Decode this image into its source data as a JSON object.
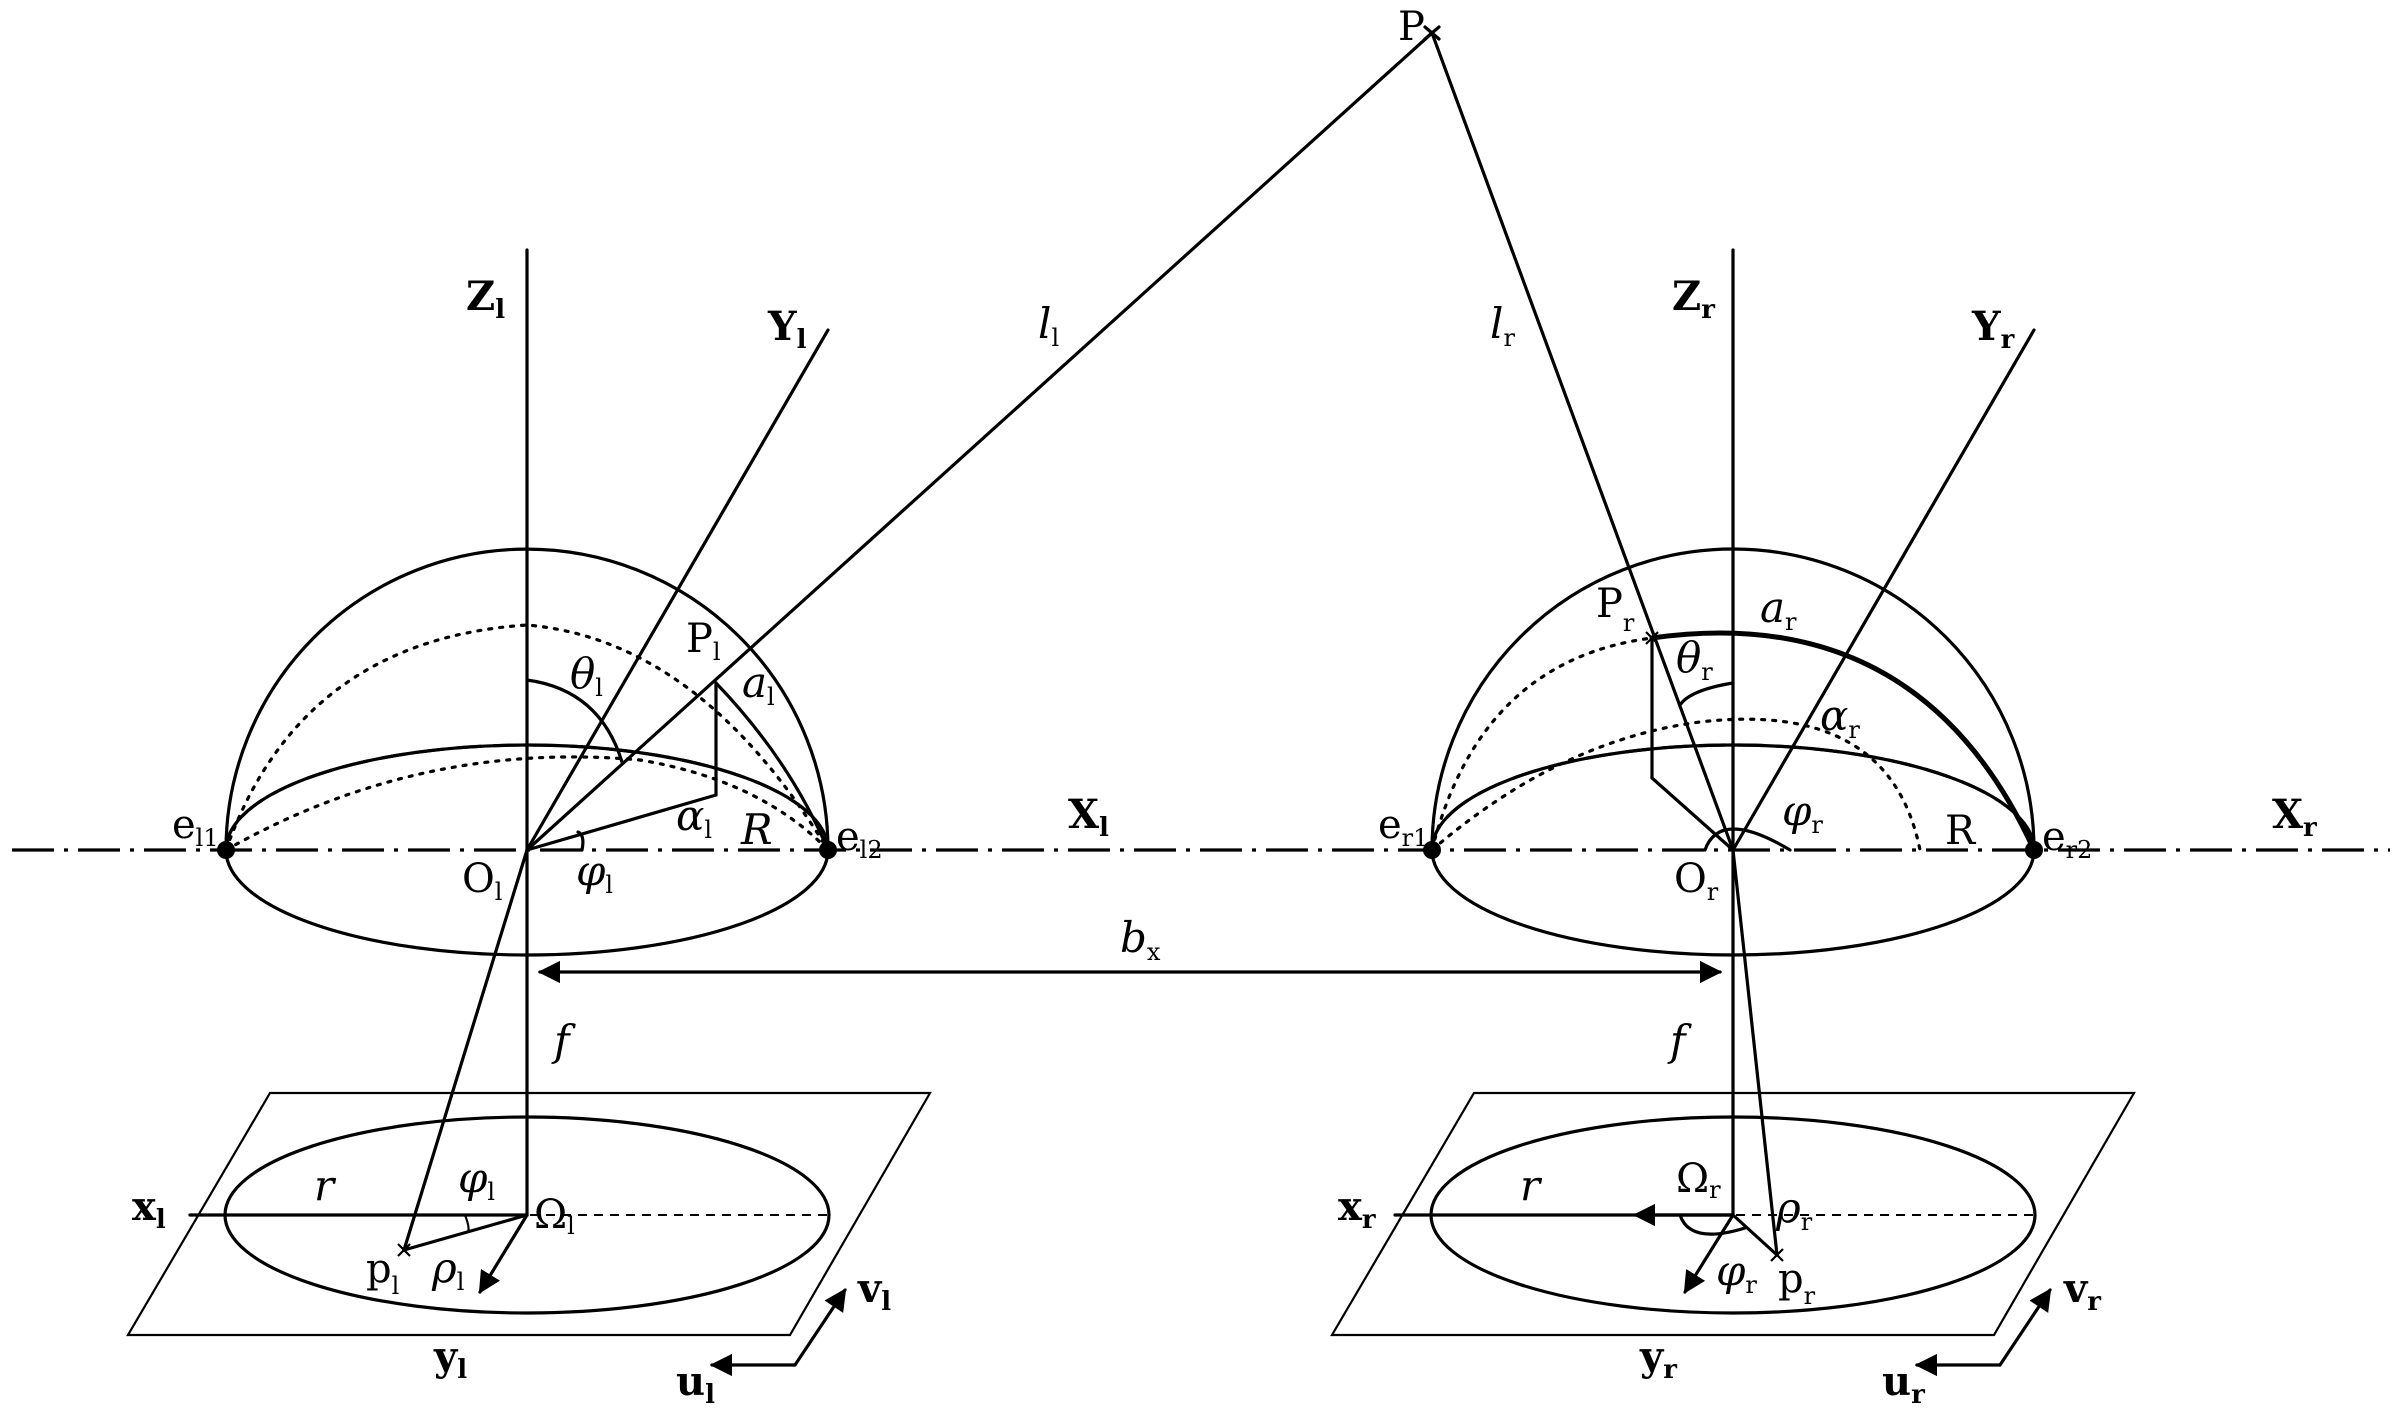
{
  "labels": {
    "P": "P",
    "Zl": "Z",
    "Zl_sub": "l",
    "Yl": "Y",
    "Yl_sub": "l",
    "Xl": "X",
    "Xl_sub": "l",
    "Zr": "Z",
    "Zr_sub": "r",
    "Yr": "Y",
    "Yr_sub": "r",
    "Xr": "X",
    "Xr_sub": "r",
    "ll": "l",
    "ll_sub": "l",
    "lr": "l",
    "lr_sub": "r",
    "Pl": "P",
    "Pl_sub": "l",
    "Pr": "P",
    "Pr_sub": "r",
    "theta_l": "θ",
    "theta_l_sub": "l",
    "theta_r": "θ",
    "theta_r_sub": "r",
    "a_l": "a",
    "a_l_sub": "l",
    "a_r": "a",
    "a_r_sub": "r",
    "alpha_l": "α",
    "alpha_l_sub": "l",
    "alpha_r": "α",
    "alpha_r_sub": "r",
    "phi_l": "φ",
    "phi_l_sub": "l",
    "phi_r": "φ",
    "phi_r_sub": "r",
    "R_l": "R",
    "R_r": "R",
    "el1": "e",
    "el1_sub": "l1",
    "el2": "e",
    "el2_sub": "l2",
    "er1": "e",
    "er1_sub": "r1",
    "er2": "e",
    "er2_sub": "r2",
    "Ol": "O",
    "Ol_sub": "l",
    "Or": "O",
    "Or_sub": "r",
    "bx": "b",
    "bx_sub": "x",
    "f_l": "f",
    "f_r": "f",
    "xl": "x",
    "xl_sub": "l",
    "yl": "y",
    "yl_sub": "l",
    "xr": "x",
    "xr_sub": "r",
    "yr": "y",
    "yr_sub": "r",
    "r_l": "r",
    "r_r": "r",
    "phi_l2": "φ",
    "phi_l2_sub": "l",
    "phi_r2": "φ",
    "phi_r2_sub": "r",
    "rho_l": "ρ",
    "rho_l_sub": "l",
    "rho_r": "ρ",
    "rho_r_sub": "r",
    "Omega_l": "Ω",
    "Omega_l_sub": "l",
    "Omega_r": "Ω",
    "Omega_r_sub": "r",
    "pl": "p",
    "pl_sub": "l",
    "pr": "p",
    "pr_sub": "r",
    "ul": "u",
    "ul_sub": "l",
    "vl": "v",
    "vl_sub": "l",
    "ur": "u",
    "ur_sub": "r",
    "vr": "v",
    "vr_sub": "r"
  }
}
